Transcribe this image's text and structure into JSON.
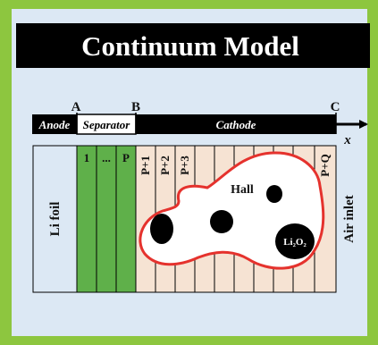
{
  "title": "Continuum Model",
  "points": {
    "a": "A",
    "b": "B",
    "c": "C"
  },
  "bar": {
    "anode": "Anode",
    "separator": "Separator",
    "cathode": "Cathode"
  },
  "axis_label": "x",
  "li_foil": "Li foil",
  "air_inlet": "Air inlet",
  "separator_cells": [
    "1",
    "...",
    "P"
  ],
  "cathode_cells": [
    "P+1",
    "P+2",
    "P+3",
    "P+Q"
  ],
  "hall_label": "Hall",
  "li2o2_label": "Li₂O₂",
  "colors": {
    "frame": "#8dc63f",
    "panel": "#dce8f4",
    "title_bar": "#000000",
    "separator": "#5fb04a",
    "cathode": "#f6e3d3",
    "pore_outline": "#e5322d",
    "particle": "#000000"
  }
}
